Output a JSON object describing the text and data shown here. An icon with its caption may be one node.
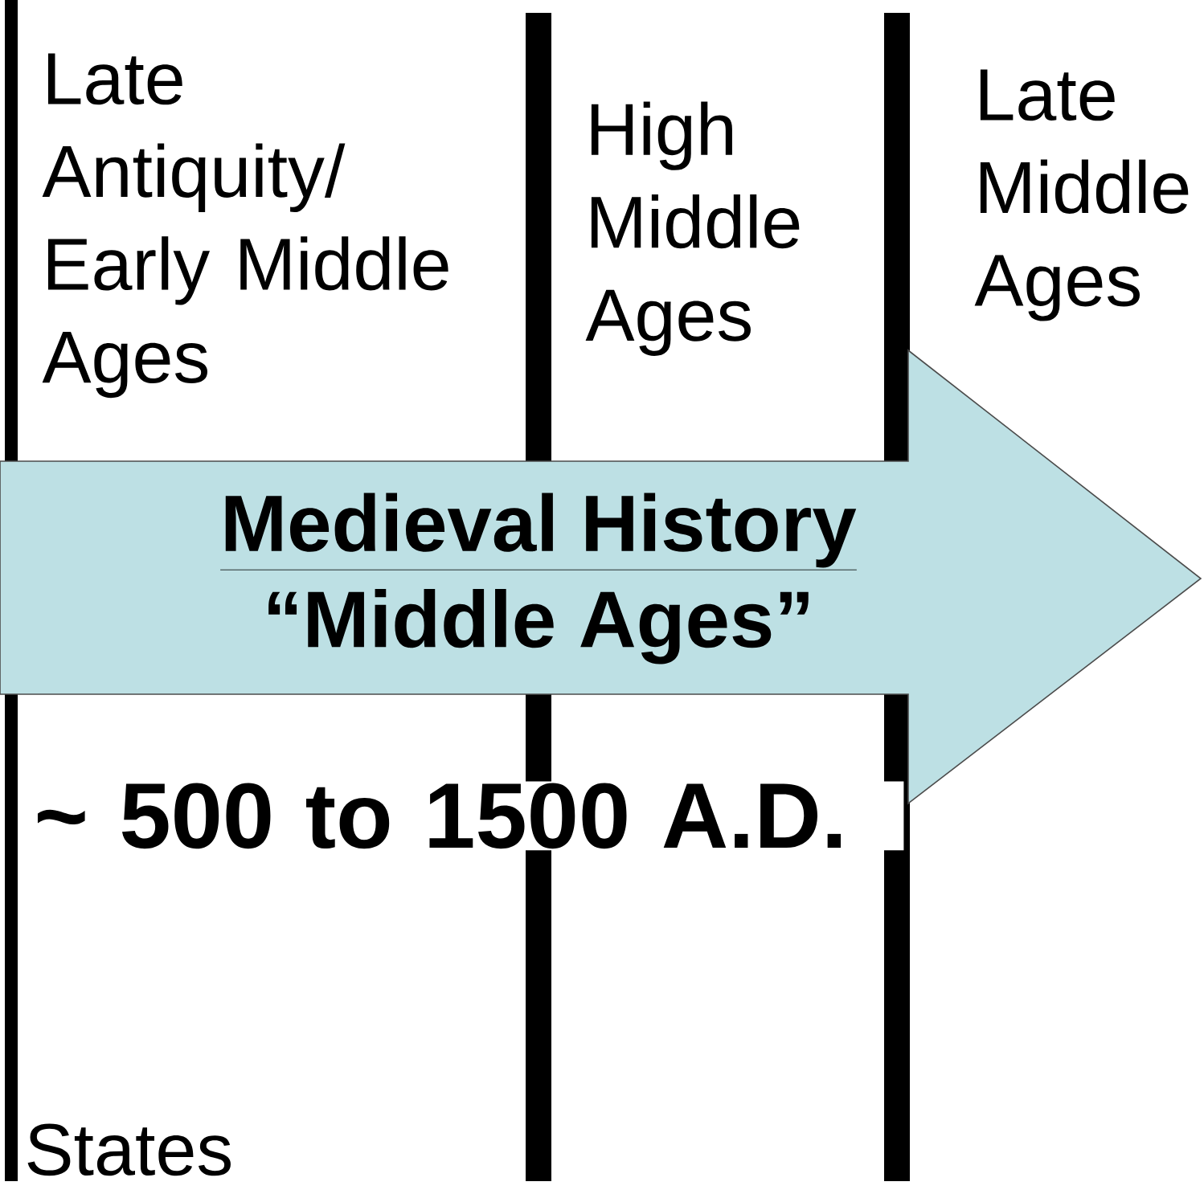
{
  "diagram": {
    "nodes": [
      {
        "text": [
          "Medieval History",
          "“Middle Ages”"
        ]
      }
    ],
    "edges": [],
    "labels": [
      "Late Antiquity/ Early Middle Ages",
      "High Middle Ages",
      "Late Middle Ages",
      "~ 500 to 1500 A.D.",
      "States"
    ]
  }
}
